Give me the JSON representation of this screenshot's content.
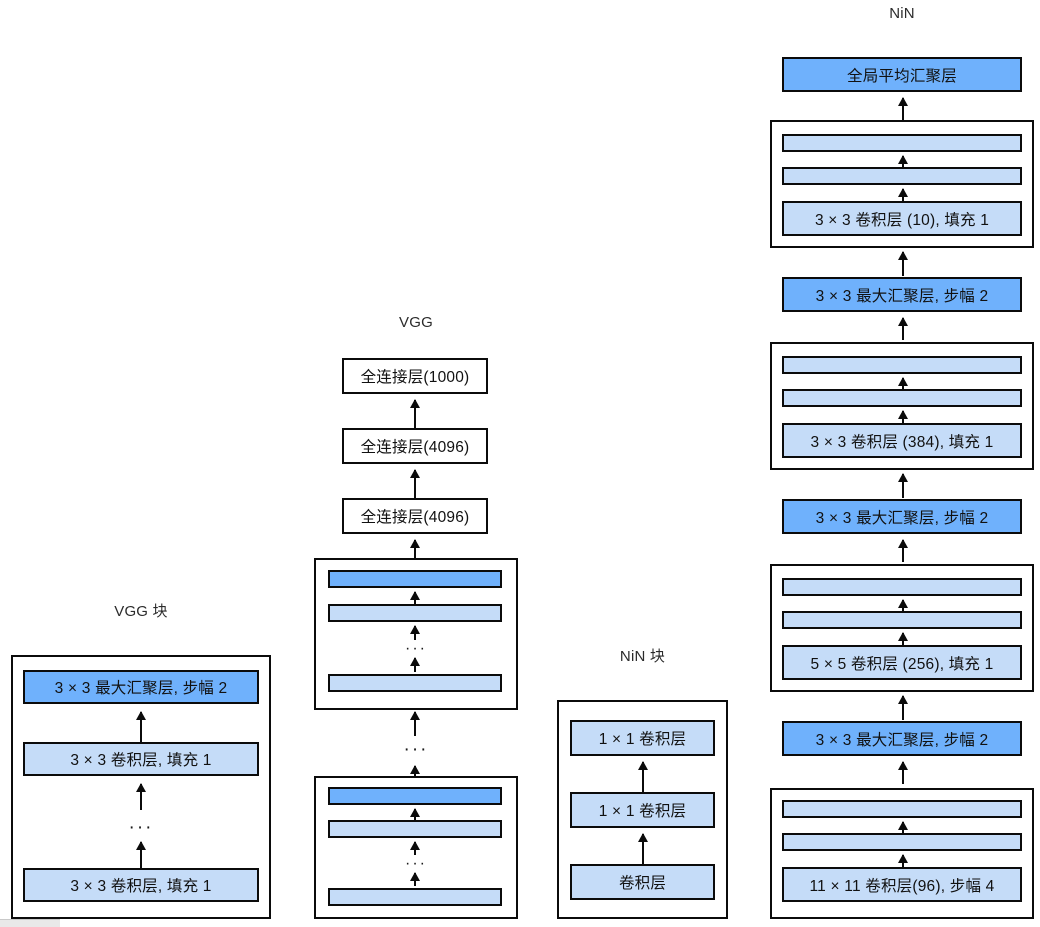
{
  "figure": {
    "background_color": "#ffffff",
    "palette": {
      "fill_dark_blue": "#6FB1FC",
      "fill_light_blue": "#C5DCF8",
      "fill_white": "#FFFFFF",
      "stroke": "#0B0B0B",
      "text": "#111111"
    }
  },
  "columns": {
    "vgg_block": {
      "title": "VGG 块",
      "layers": [
        {
          "label": "3 × 3 最大汇聚层, 步幅 2",
          "fill": "dark"
        },
        {
          "label": "3 × 3 卷积层, 填充 1",
          "fill": "light"
        },
        {
          "label": "3 × 3 卷积层, 填充 1",
          "fill": "light"
        }
      ],
      "ellipsis": "···"
    },
    "vgg": {
      "title": "VGG",
      "dense_layers": [
        {
          "label": "全连接层(1000)",
          "fill": "white"
        },
        {
          "label": "全连接层(4096)",
          "fill": "white"
        },
        {
          "label": "全连接层(4096)",
          "fill": "white"
        }
      ],
      "blocks": [
        {
          "name": "vgg-block-upper",
          "bars": [
            {
              "label": "",
              "fill": "dark"
            },
            {
              "label": "",
              "fill": "light"
            },
            {
              "label": "",
              "fill": "light"
            }
          ],
          "ellipsis": "···"
        },
        {
          "name": "vgg-block-lower",
          "bars": [
            {
              "label": "",
              "fill": "dark"
            },
            {
              "label": "",
              "fill": "light"
            },
            {
              "label": "",
              "fill": "light"
            }
          ],
          "ellipsis": "···"
        }
      ],
      "between_blocks_ellipsis": "···"
    },
    "nin_block": {
      "title": "NiN 块",
      "layers": [
        {
          "label": "1 × 1 卷积层",
          "fill": "light"
        },
        {
          "label": "1 × 1 卷积层",
          "fill": "light"
        },
        {
          "label": "卷积层",
          "fill": "light"
        }
      ]
    },
    "nin": {
      "title": "NiN",
      "stack": [
        {
          "type": "layer",
          "label": "全局平均汇聚层",
          "fill": "dark"
        },
        {
          "type": "block",
          "bars": [
            {
              "label": "",
              "fill": "light"
            },
            {
              "label": "",
              "fill": "light"
            },
            {
              "label": "3 × 3 卷积层 (10), 填充 1",
              "fill": "light"
            }
          ]
        },
        {
          "type": "layer",
          "label": "3 × 3 最大汇聚层, 步幅 2",
          "fill": "dark"
        },
        {
          "type": "block",
          "bars": [
            {
              "label": "",
              "fill": "light"
            },
            {
              "label": "",
              "fill": "light"
            },
            {
              "label": "3 × 3 卷积层 (384), 填充 1",
              "fill": "light"
            }
          ]
        },
        {
          "type": "layer",
          "label": "3 × 3 最大汇聚层, 步幅 2",
          "fill": "dark"
        },
        {
          "type": "block",
          "bars": [
            {
              "label": "",
              "fill": "light"
            },
            {
              "label": "",
              "fill": "light"
            },
            {
              "label": "5 × 5 卷积层 (256), 填充 1",
              "fill": "light"
            }
          ]
        },
        {
          "type": "layer",
          "label": "3 × 3 最大汇聚层, 步幅 2",
          "fill": "dark"
        },
        {
          "type": "block",
          "bars": [
            {
              "label": "",
              "fill": "light"
            },
            {
              "label": "",
              "fill": "light"
            },
            {
              "label": "11 × 11 卷积层(96), 步幅 4",
              "fill": "light"
            }
          ]
        }
      ]
    }
  }
}
